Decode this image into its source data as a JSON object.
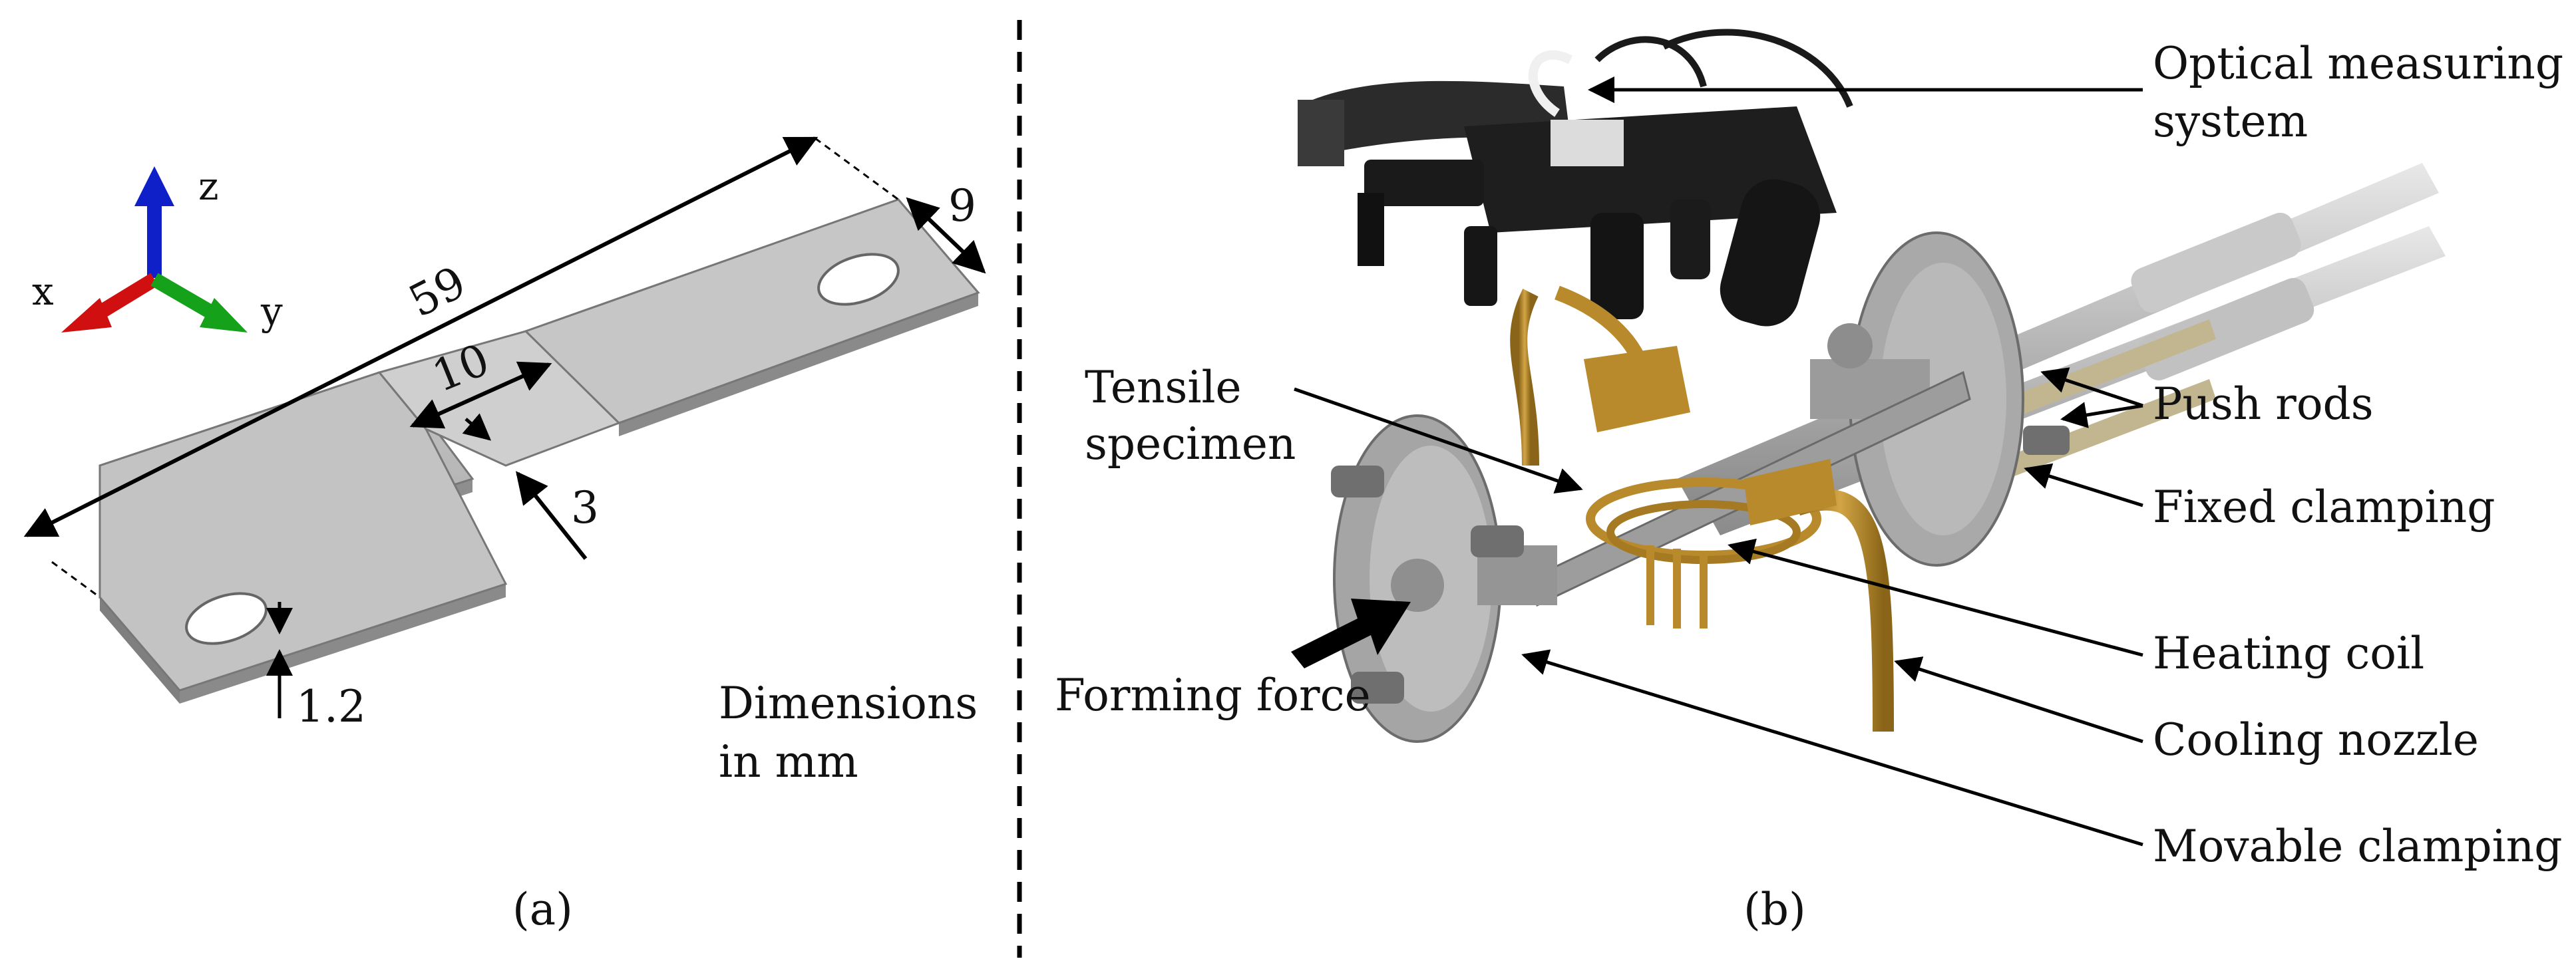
{
  "left_panel": {
    "axes": {
      "x": "x",
      "y": "y",
      "z": "z"
    },
    "dimensions": {
      "length": "59",
      "width": "9",
      "gauge_length": "10",
      "gauge_width": "3",
      "thickness": "1.2"
    },
    "units_note": [
      "Dimensions",
      "in mm"
    ],
    "caption": "(a)"
  },
  "right_panel": {
    "labels": {
      "optical": [
        "Optical measuring",
        "system"
      ],
      "tensile": [
        "Tensile",
        "specimen"
      ],
      "push_rods": "Push rods",
      "fixed_clamping": "Fixed clamping",
      "heating_coil": "Heating coil",
      "cooling_nozzle": "Cooling nozzle",
      "movable_clamping": "Movable clamping",
      "forming_force": "Forming force"
    },
    "caption": "(b)"
  },
  "colors": {
    "axis_x": "#d01010",
    "axis_y": "#15a21a",
    "axis_z": "#1020c8",
    "specimen": "#c9c9c9",
    "copper": "#b88a2c",
    "flange": "#a9a9a9",
    "camera": "#1e1e1e"
  }
}
